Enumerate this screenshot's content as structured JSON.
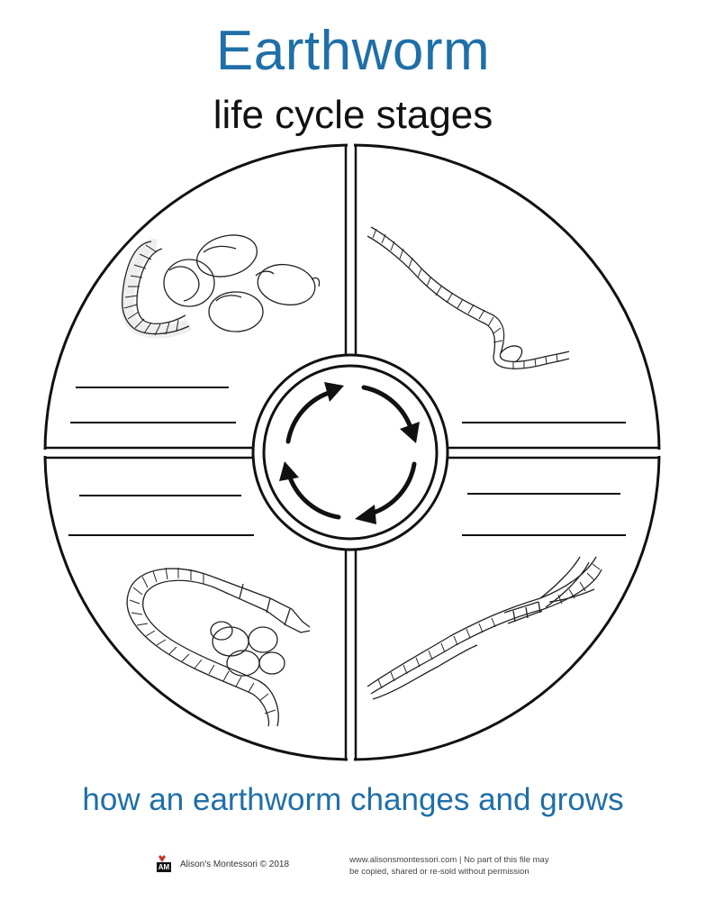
{
  "header": {
    "title": "Earthworm",
    "subtitle": "life cycle stages"
  },
  "diagram": {
    "stages": [
      {
        "quadrant": "top-left",
        "illustration": "worm-with-cocoons-icon"
      },
      {
        "quadrant": "top-right",
        "illustration": "adult-worm-icon"
      },
      {
        "quadrant": "bottom-right",
        "illustration": "juvenile-worms-icon"
      },
      {
        "quadrant": "bottom-left",
        "illustration": "worm-laying-cocoons-icon"
      }
    ],
    "center": "cycle-arrows-icon",
    "colors": {
      "line": "#111111",
      "background": "#ffffff"
    }
  },
  "caption": "how an earthworm changes and grows",
  "footer": {
    "logo_text": "AM",
    "copyright": "Alison's Montessori © 2018",
    "notice_line1": "www.alisonsmontessori.com | No part of this file may",
    "notice_line2": "be copied, shared or re-sold without permission"
  },
  "colors": {
    "title": "#1f6fa8",
    "text": "#111111"
  }
}
